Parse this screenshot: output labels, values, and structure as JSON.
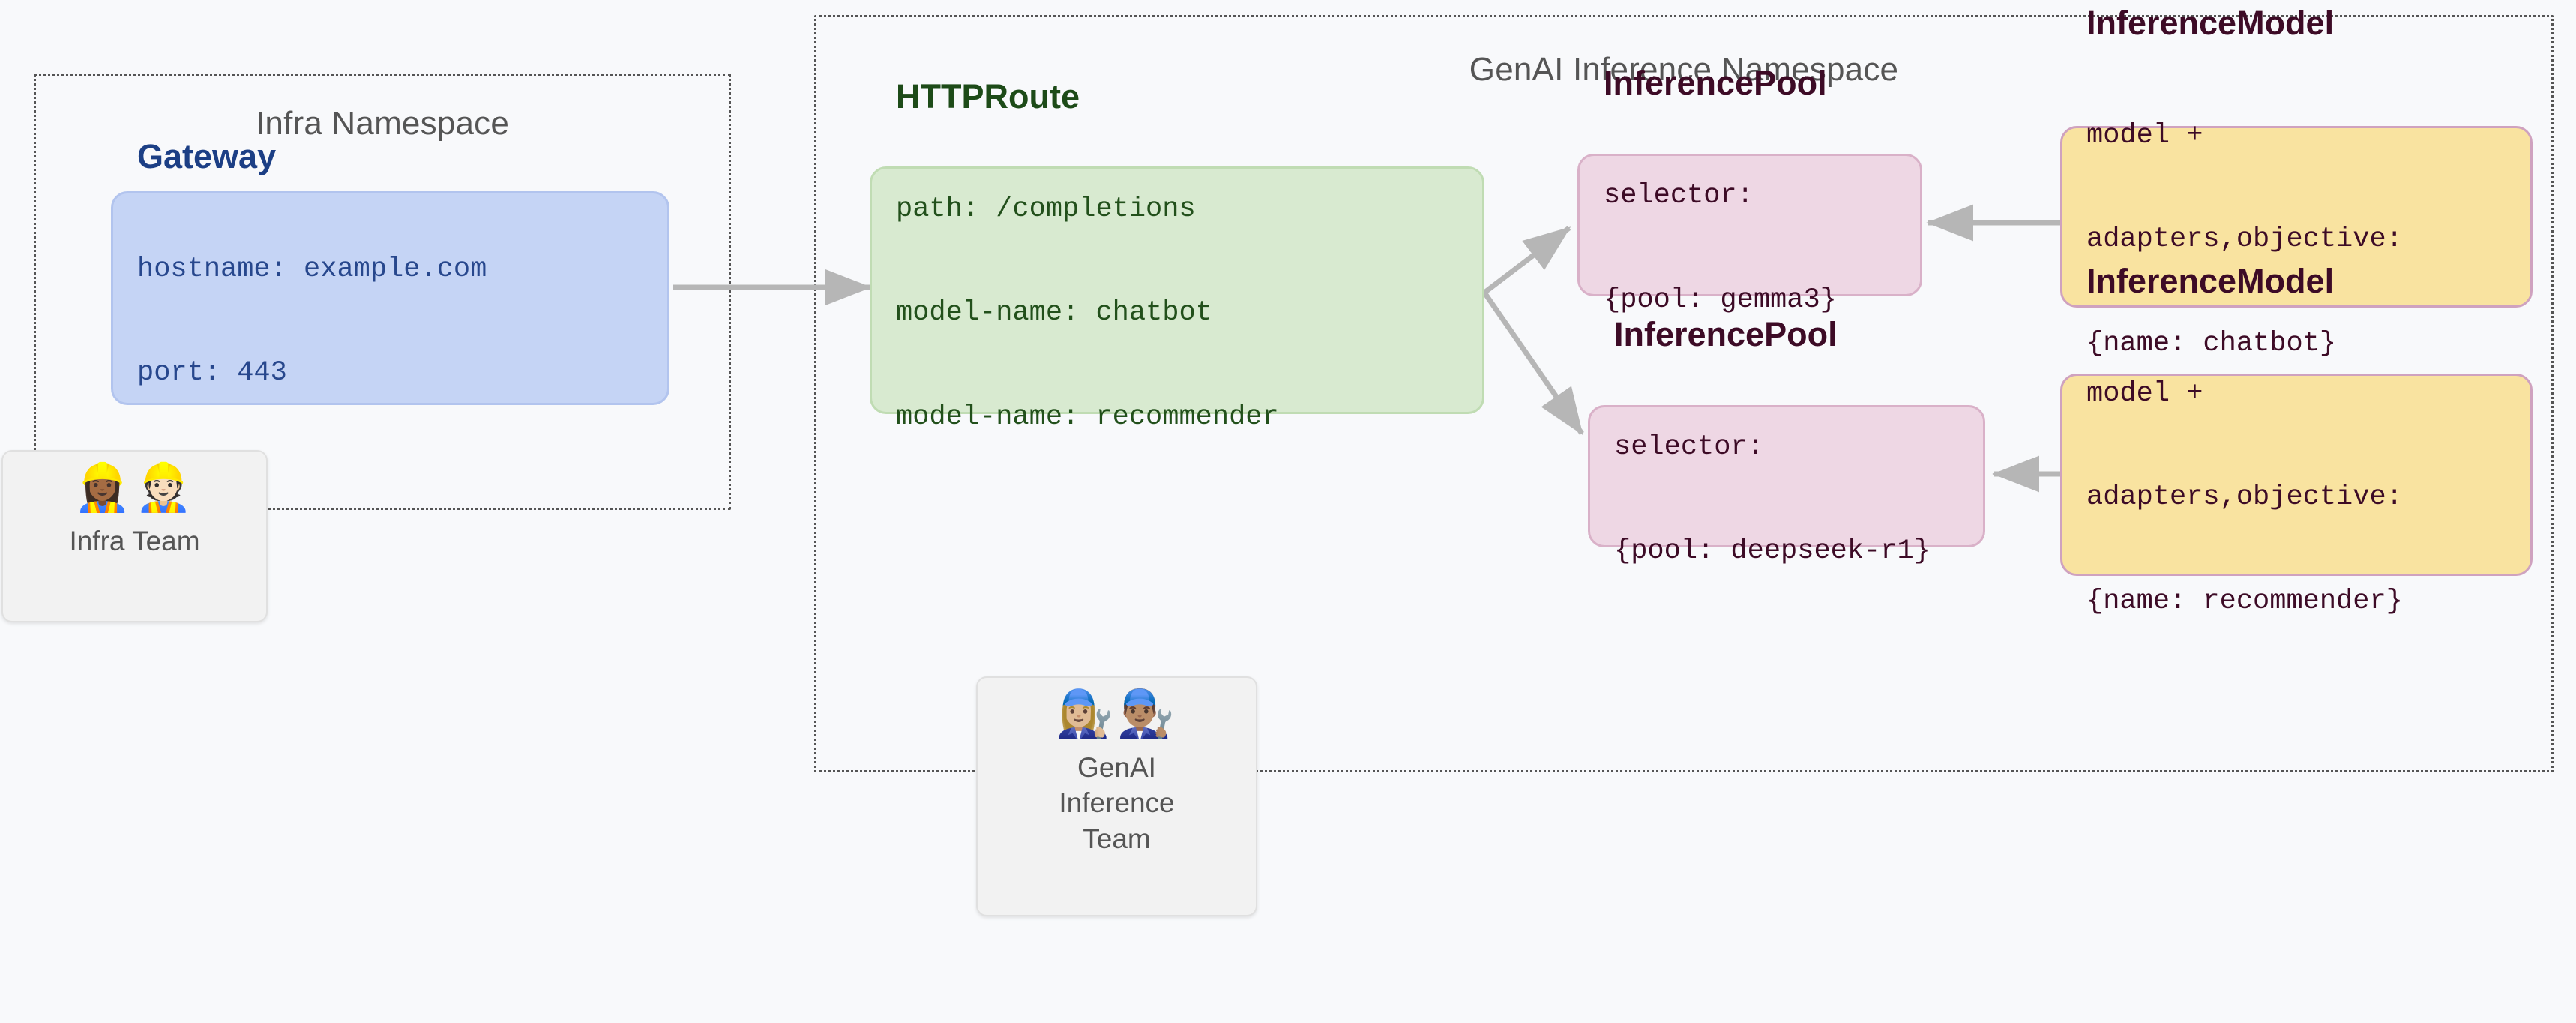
{
  "diagram": {
    "background_color": "#f8f9fb",
    "namespaces": [
      {
        "id": "infra",
        "title": "Infra Namespace",
        "border_color": "#555555"
      },
      {
        "id": "genai",
        "title": "GenAI Inference Namespace",
        "border_color": "#555555"
      }
    ],
    "nodes": {
      "gateway": {
        "title": "Gateway",
        "lines": [
          "hostname: example.com",
          "port: 443"
        ],
        "fill": "#c5d4f5",
        "stroke": "#b2c4ee",
        "text_color": "#1c3f85"
      },
      "httproute": {
        "title": "HTTPRoute",
        "lines": [
          "path: /completions",
          "model-name: chatbot",
          "model-name: recommender"
        ],
        "fill": "#d8ead0",
        "stroke": "#c0dcb3",
        "text_color": "#1d4b18"
      },
      "pool_gemma3": {
        "title": "InferencePool",
        "lines": [
          "selector:",
          "{pool: gemma3}"
        ],
        "fill": "#eed7e4",
        "stroke": "#d9b1c8",
        "text_color": "#3d0b26"
      },
      "pool_deepseek": {
        "title": "InferencePool",
        "lines": [
          "selector:",
          "{pool: deepseek-r1}"
        ],
        "fill": "#eed7e4",
        "stroke": "#d9b1c8",
        "text_color": "#3d0b26"
      },
      "model_chatbot": {
        "title": "InferenceModel",
        "lines": [
          "model +",
          "adapters,objective:",
          "{name: chatbot}"
        ],
        "fill": "#f9e3a0",
        "stroke": "#cfa2bf",
        "text_color": "#3d0b26"
      },
      "model_recommender": {
        "title": "InferenceModel",
        "lines": [
          "model +",
          "adapters,objective:",
          "{name: recommender}"
        ],
        "fill": "#f9e3a0",
        "stroke": "#cfa2bf",
        "text_color": "#3d0b26"
      }
    },
    "teams": [
      {
        "id": "infra-team",
        "label": "Infra Team",
        "emojis": "👷🏾‍♀️👷🏻",
        "icon_names": [
          "woman-construction-worker-icon",
          "man-construction-worker-icon"
        ]
      },
      {
        "id": "genai-inference-team",
        "label": "GenAI\nInference\nTeam",
        "emojis": "👩🏼‍🔧👨🏽‍🔧",
        "icon_names": [
          "woman-mechanic-icon",
          "man-mechanic-icon"
        ]
      }
    ],
    "edges": [
      {
        "id": "gateway-to-httproute",
        "from": "gateway",
        "to": "httproute",
        "arrow_color": "#b6b6b6"
      },
      {
        "id": "httproute-to-pool-gemma3",
        "from": "httproute",
        "to": "pool_gemma3",
        "arrow_color": "#b6b6b6"
      },
      {
        "id": "httproute-to-pool-deepseek",
        "from": "httproute",
        "to": "pool_deepseek",
        "arrow_color": "#b6b6b6"
      },
      {
        "id": "model-chatbot-to-pool-gemma3",
        "from": "model_chatbot",
        "to": "pool_gemma3",
        "arrow_color": "#b6b6b6"
      },
      {
        "id": "model-recommender-to-pool-deepseek",
        "from": "model_recommender",
        "to": "pool_deepseek",
        "arrow_color": "#b6b6b6"
      }
    ]
  }
}
